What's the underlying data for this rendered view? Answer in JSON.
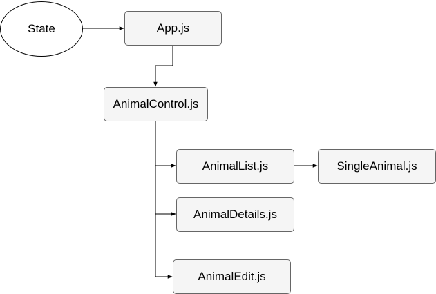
{
  "diagram": {
    "nodes": [
      {
        "id": "state",
        "label": "State",
        "shape": "ellipse"
      },
      {
        "id": "app",
        "label": "App.js",
        "shape": "rounded-rect"
      },
      {
        "id": "control",
        "label": "AnimalControl.js",
        "shape": "rounded-rect"
      },
      {
        "id": "list",
        "label": "AnimalList.js",
        "shape": "rounded-rect"
      },
      {
        "id": "single",
        "label": "SingleAnimal.js",
        "shape": "rounded-rect"
      },
      {
        "id": "details",
        "label": "AnimalDetails.js",
        "shape": "rounded-rect"
      },
      {
        "id": "edit",
        "label": "AnimalEdit.js",
        "shape": "rounded-rect"
      }
    ],
    "edges": [
      {
        "from": "state",
        "to": "app"
      },
      {
        "from": "app",
        "to": "control"
      },
      {
        "from": "control",
        "to": "list"
      },
      {
        "from": "control",
        "to": "details"
      },
      {
        "from": "control",
        "to": "edit"
      },
      {
        "from": "list",
        "to": "single"
      }
    ],
    "colors": {
      "node_fill": "#f5f5f5",
      "node_border": "#666666",
      "ellipse_border": "#000000",
      "edge": "#000000"
    }
  }
}
